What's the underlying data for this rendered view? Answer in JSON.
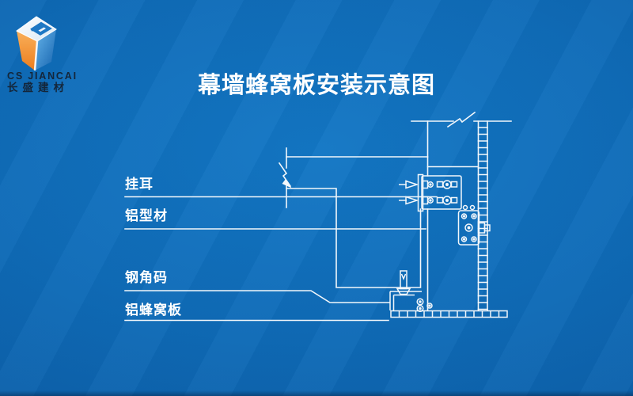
{
  "page": {
    "background_center": "#1377c5",
    "background_edge": "#0a58a0",
    "line_color": "#f2f7fb"
  },
  "logo": {
    "company_en": "CS JIANCAI",
    "company_zh": "长盛建材",
    "text_color": "#14263a",
    "cube_orange": "#ee8026",
    "cube_blue": "#2a7fc9",
    "cube_top": "#f2f7fb"
  },
  "title": "幕墙蜂窝板安装示意图",
  "diagram": {
    "labels": [
      {
        "id": "hanging-lug",
        "text": "挂耳"
      },
      {
        "id": "aluminum-profile",
        "text": "铝型材"
      },
      {
        "id": "steel-angle-bracket",
        "text": "钢角码"
      },
      {
        "id": "aluminum-honeycomb-panel",
        "text": "铝蜂窝板"
      }
    ]
  }
}
